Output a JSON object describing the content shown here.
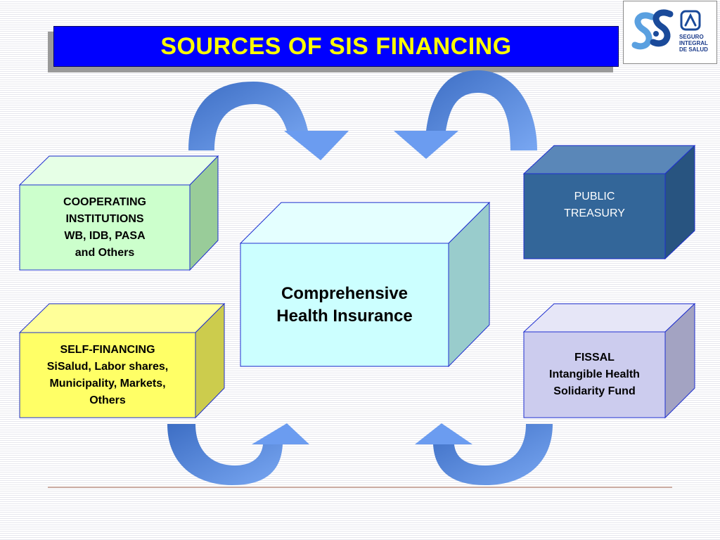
{
  "title": "SOURCES OF SIS FINANCING",
  "logo": {
    "lines": [
      "SEGURO",
      "INTEGRAL",
      "DE SALUD"
    ],
    "icon": "sis-logo-icon"
  },
  "center": {
    "lines": [
      "Comprehensive",
      "Health Insurance"
    ],
    "color": "#ccffff"
  },
  "sources": [
    {
      "id": "cooperating",
      "lines": [
        "COOPERATING",
        "INSTITUTIONS",
        "WB, IDB, PASA",
        "and Others"
      ],
      "color": "#ccffcc"
    },
    {
      "id": "self-financing",
      "lines": [
        "SELF-FINANCING",
        "SiSalud, Labor shares,",
        "Municipality, Markets,",
        "Others"
      ],
      "color": "#ffff66"
    },
    {
      "id": "public-treasury",
      "lines": [
        "PUBLIC",
        "TREASURY"
      ],
      "color": "#336699"
    },
    {
      "id": "fissal",
      "lines": [
        "FISSAL",
        "Intangible Health",
        "Solidarity Fund"
      ],
      "color": "#ccccee"
    }
  ],
  "colors": {
    "title_bg": "#0000ff",
    "title_text": "#ffff00",
    "arrow": "#5b8de0",
    "arrow_dark": "#3d6ec4"
  }
}
